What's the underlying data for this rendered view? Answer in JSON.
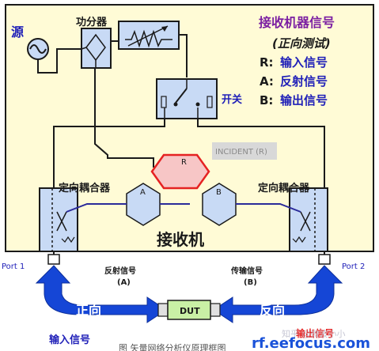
{
  "source_label": "源",
  "splitter_label": "功分器",
  "switch_label": "开关",
  "receiver_title": "接收机器信号",
  "receiver_subtitle": "(正向测试)",
  "legend": [
    {
      "key": "R:",
      "text": "输入信号"
    },
    {
      "key": "A:",
      "text": "反射信号"
    },
    {
      "key": "B:",
      "text": "输出信号"
    }
  ],
  "incident_label": "INCIDENT (R)",
  "detector_r": "R",
  "detector_a": "A",
  "detector_b": "B",
  "coupler_left_label": "定向耦合器",
  "coupler_right_label": "定向耦合器",
  "receiver_label": "接收机",
  "port1_label": "Port 1",
  "port2_label": "Port 2",
  "reflected_label": "反射信号",
  "reflected_sub": "(A)",
  "transmitted_label": "传输信号",
  "transmitted_sub": "(B)",
  "forward_label": "正向",
  "reverse_label": "反向",
  "dut_label": "DUT",
  "input_signal_label": "输入信号",
  "output_signal_label": "输出信号",
  "watermark_zhihu": "知乎 @微波小小",
  "watermark_site": "rf.eefocus.com",
  "caption": "图 矢量网络分析仪原理框图",
  "colors": {
    "panel": "#fffbd6",
    "box_blue": "#c8daf5",
    "border_dark": "#1a1a1a",
    "accent_purple": "#7b1fa2",
    "label_blue": "#1f1fb8",
    "arrow_blue": "#1546d6",
    "ref_red": "#e52222",
    "ref_fill": "#f7c6c6",
    "dut_green": "#c9f0a5",
    "site_blue": "#1a52d9"
  }
}
